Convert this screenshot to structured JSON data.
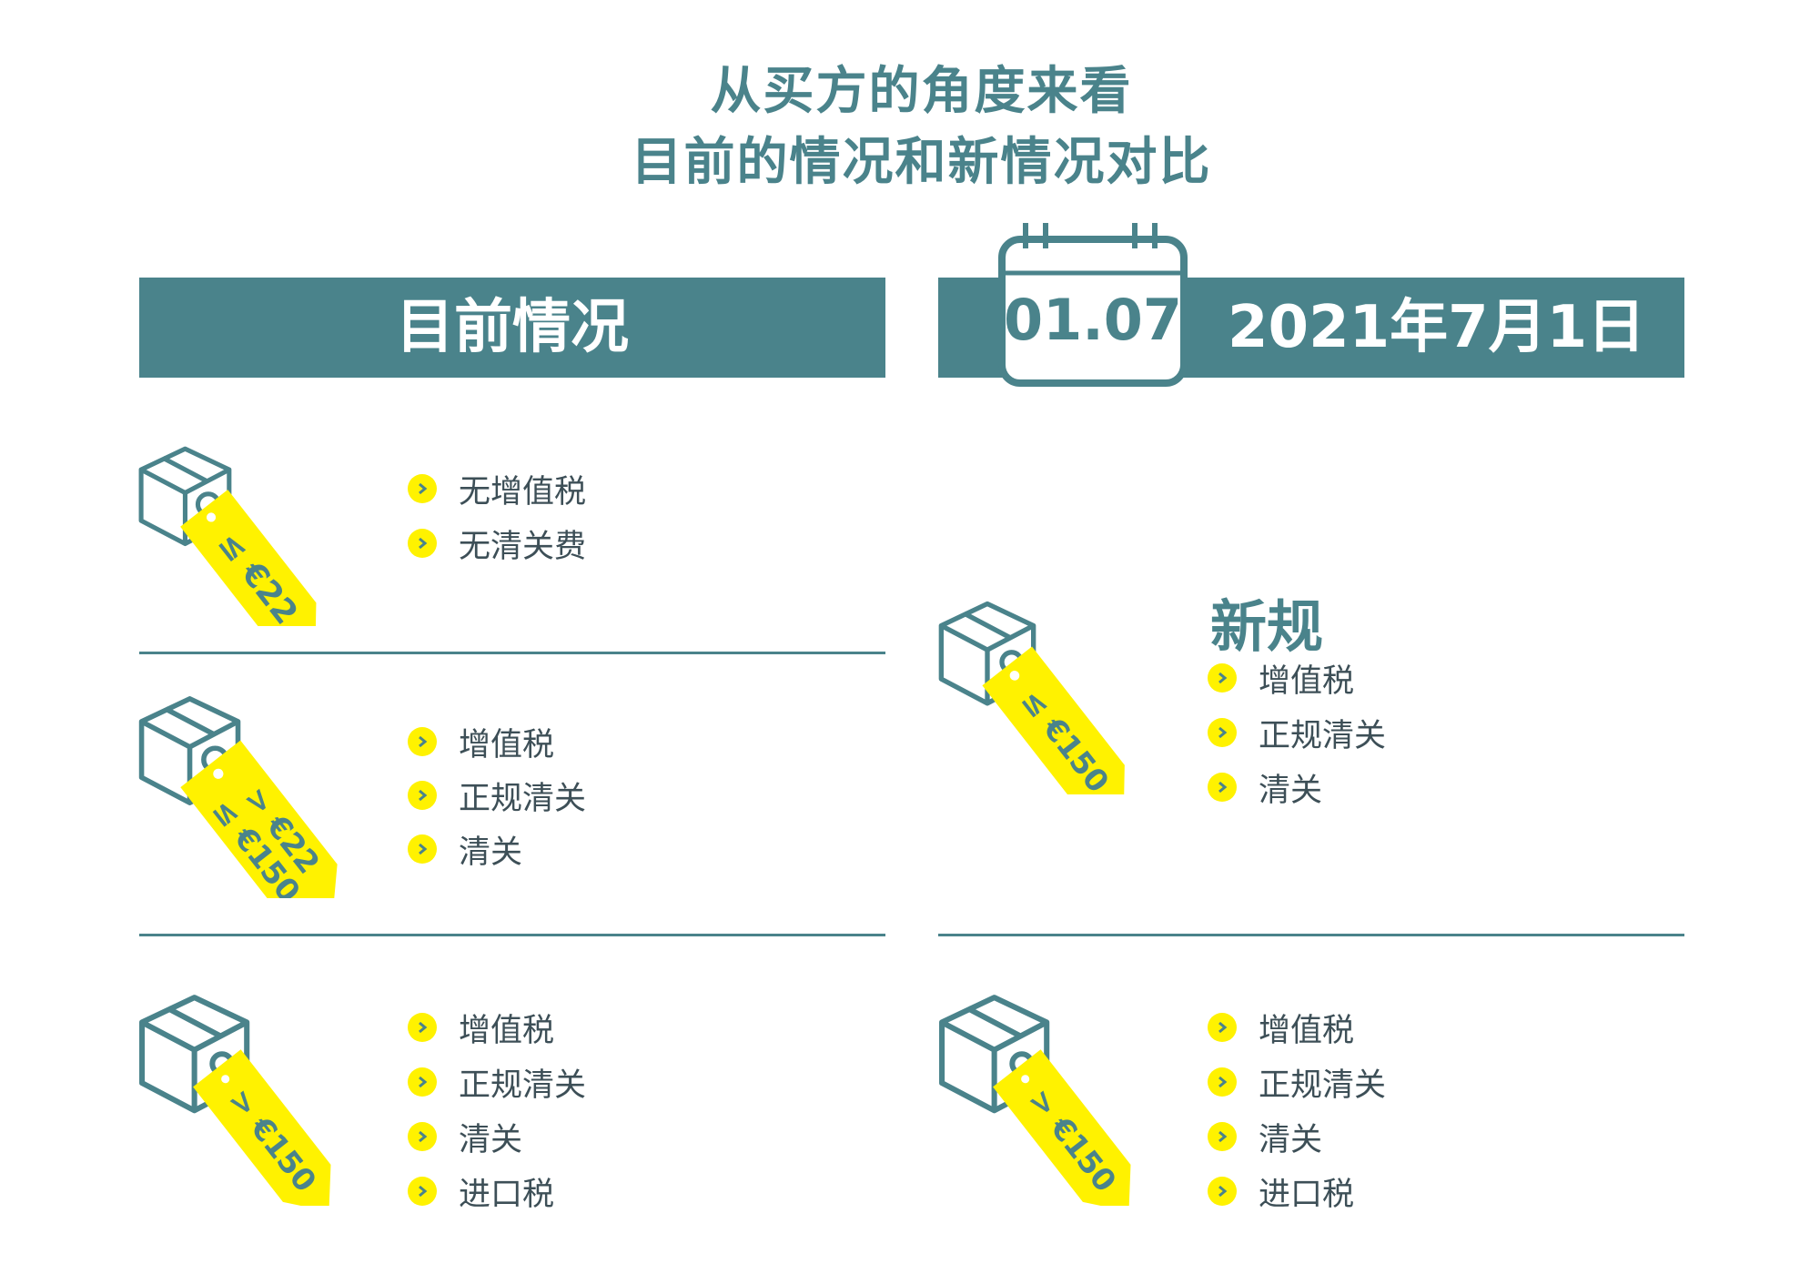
{
  "title": {
    "line1": "从买方的角度来看",
    "line2": "目前的情况和新情况对比"
  },
  "current": {
    "header": "目前情况",
    "groups": [
      {
        "tag": [
          "≤ €22"
        ],
        "items": [
          "无增值税",
          "无清关费"
        ]
      },
      {
        "tag": [
          "> €22",
          "≤ €150"
        ],
        "items": [
          "增值税",
          "正规清关",
          "清关"
        ]
      },
      {
        "tag": [
          "> €150"
        ],
        "items": [
          "增值税",
          "正规清关",
          "清关",
          "进口税"
        ]
      }
    ]
  },
  "new": {
    "calendar": "01.07",
    "header": "2021年7月1日",
    "subtitle": "新规",
    "groups": [
      {
        "tag": [
          "≤ €150"
        ],
        "items": [
          "增值税",
          "正规清关",
          "清关"
        ]
      },
      {
        "tag": [
          "> €150"
        ],
        "items": [
          "增值税",
          "正规清关",
          "清关",
          "进口税"
        ]
      }
    ]
  },
  "colors": {
    "teal": "#4a838b",
    "yellow": "#fff200",
    "text": "#3d4f57"
  }
}
